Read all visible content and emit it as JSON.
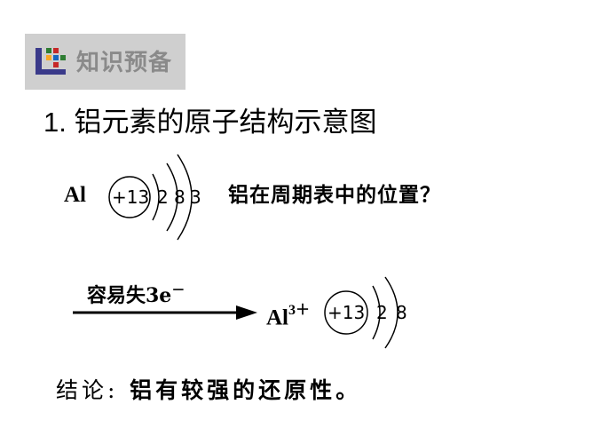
{
  "banner": {
    "title": "知识预备",
    "logo_icon": "grid-logo-icon"
  },
  "heading": "1. 铝元素的原子结构示意图",
  "atom": {
    "symbol": "Al",
    "nucleus": "+13",
    "electrons": [
      "2",
      "8",
      "3"
    ]
  },
  "question": "铝在周期表中的位置？",
  "reaction": {
    "label": "容易失3e",
    "label_sup": "－",
    "arrow_icon": "right-arrow-icon"
  },
  "ion": {
    "symbol": "Al",
    "charge": "3＋",
    "nucleus": "+13",
    "electrons": [
      "2",
      "8"
    ]
  },
  "conclusion": {
    "label": "结论:",
    "text": "铝有较强的还原性。"
  }
}
